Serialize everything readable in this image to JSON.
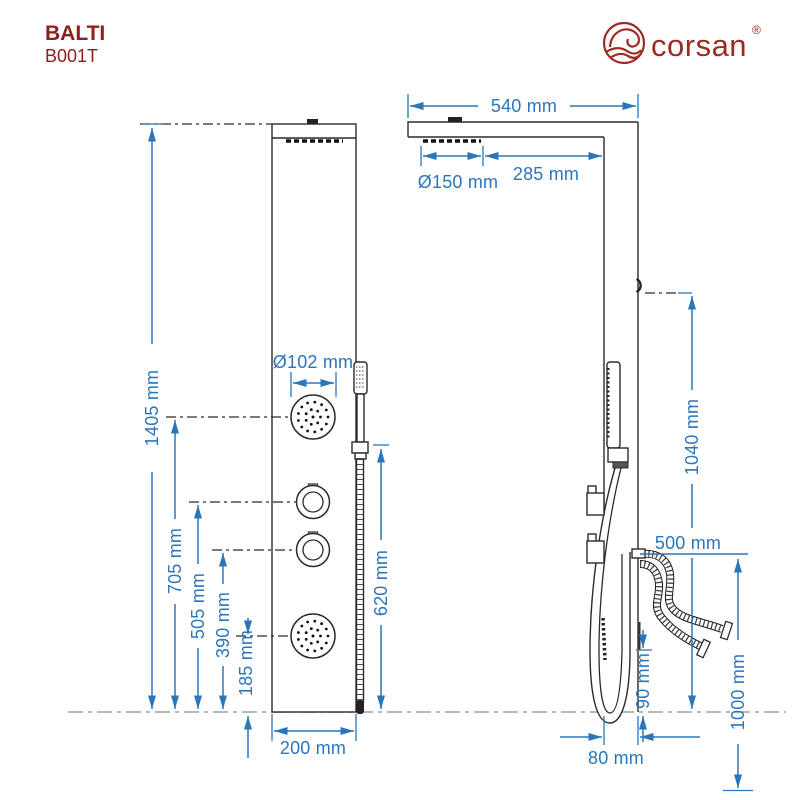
{
  "header": {
    "series": "BALTI",
    "model": "B001T",
    "brand": "corsan",
    "registered_mark": "®"
  },
  "colors": {
    "dimension_blue": "#2B76BB",
    "brand_red": "#9B2B23",
    "model_red": "#8E201C",
    "drawing_black": "#2b2b2b",
    "floor_gray": "#9aa0a3"
  },
  "front_view": {
    "total_height": "1405 mm",
    "upper_jet_height": "705 mm",
    "upper_knob_height": "505 mm",
    "lower_knob_height": "390 mm",
    "lower_jet_height": "185 mm",
    "hose_drop": "620 mm",
    "panel_width": "200 mm",
    "jet_diameter": "Ø102 mm"
  },
  "side_view": {
    "arm_length": "540 mm",
    "head_diameter": "Ø150 mm",
    "head_to_panel": "285 mm",
    "holder_height": "1040 mm",
    "outlet_height": "500 mm",
    "connection_hose_length": "1000 mm",
    "inlet_height": "90 mm",
    "panel_depth": "80 mm"
  }
}
